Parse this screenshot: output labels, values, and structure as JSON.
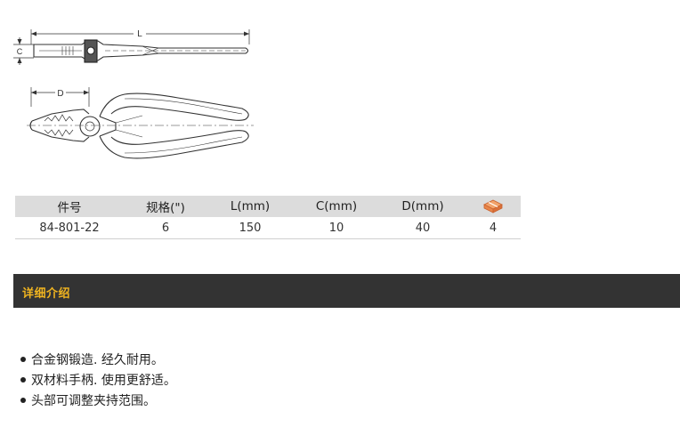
{
  "diagram": {
    "dimension_labels": {
      "length": "L",
      "thickness": "C",
      "jaw": "D"
    }
  },
  "table": {
    "headers": [
      "件号",
      "规格(\")",
      "L(mm)",
      "C(mm)",
      "D(mm)"
    ],
    "pack_icon": "box-icon",
    "rows": [
      [
        "84-801-22",
        "6",
        "150",
        "10",
        "40",
        "4"
      ]
    ]
  },
  "section": {
    "title": "详细介绍"
  },
  "features": [
    "合金钢锻造. 经久耐用。",
    "双材料手柄. 使用更舒适。",
    "头部可调整夹持范围。"
  ],
  "colors": {
    "header_bg": "#dcdcdc",
    "bar_bg": "#333333",
    "bar_text": "#f0b420",
    "icon": "#e8864a"
  }
}
